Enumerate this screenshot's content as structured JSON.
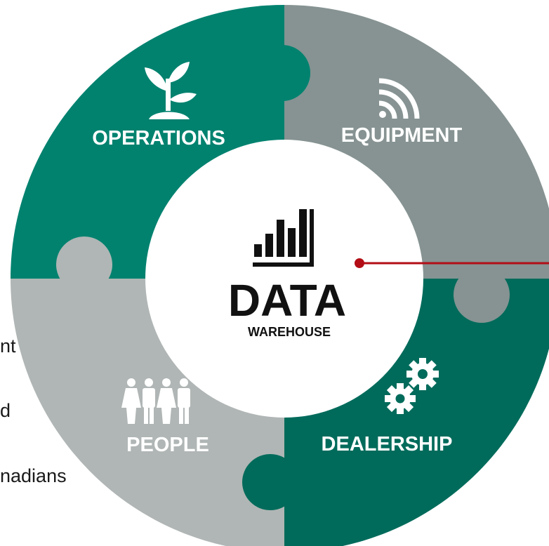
{
  "diagram": {
    "center": {
      "title": "DATA",
      "subtitle": "WAREHOUSE",
      "icon": "bar-chart-icon"
    },
    "segments": [
      {
        "id": "operations",
        "label": "OPERATIONS",
        "icon": "sprout-plant-icon",
        "color": "#00826f"
      },
      {
        "id": "equipment",
        "label": "EQUIPMENT",
        "icon": "wireless-signal-icon",
        "color": "#869392"
      },
      {
        "id": "dealership",
        "label": "DEALERSHIP",
        "icon": "gears-icon",
        "color": "#006b5b"
      },
      {
        "id": "people",
        "label": "PEOPLE",
        "icon": "people-group-icon",
        "color": "#b0b6b5"
      }
    ],
    "connector_color": "#b30d16",
    "left_text_fragments": [
      "nt",
      "d",
      "nadians"
    ]
  }
}
